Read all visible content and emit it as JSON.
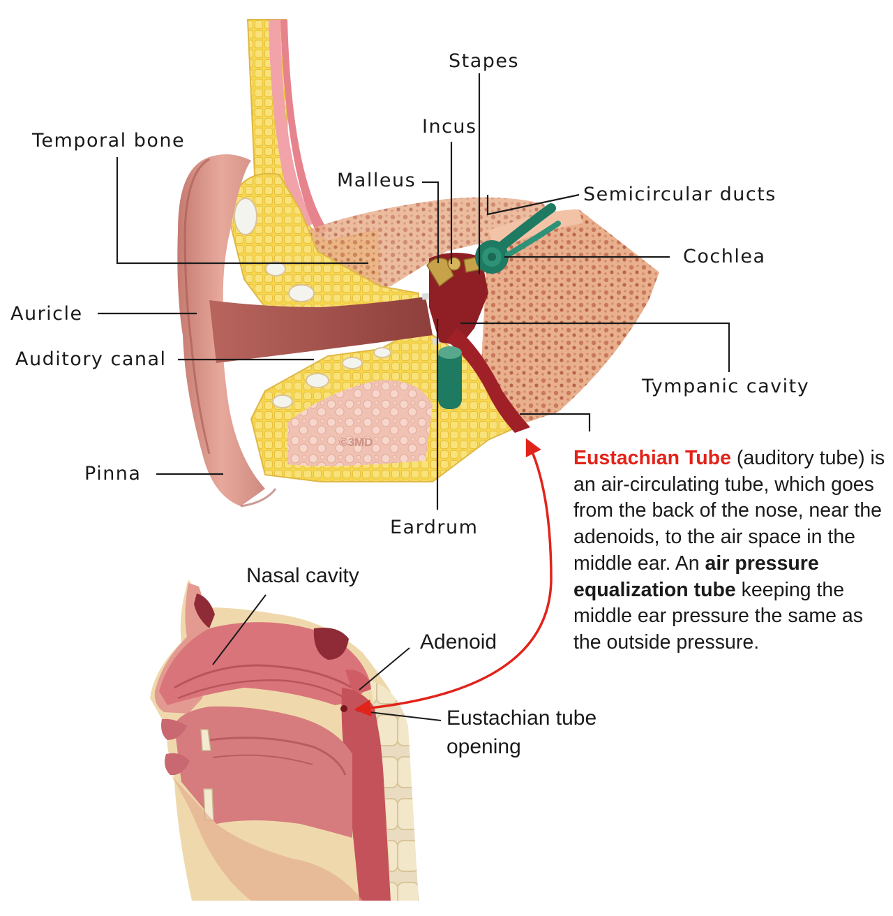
{
  "ear_labels": {
    "stapes": "Stapes",
    "incus": "Incus",
    "temporal_bone": "Temporal bone",
    "malleus": "Malleus",
    "semicircular_ducts": "Semicircular ducts",
    "cochlea": "Cochlea",
    "auricle": "Auricle",
    "auditory_canal": "Auditory canal",
    "tympanic_cavity": "Tympanic cavity",
    "pinna": "Pinna",
    "eardrum": "Eardrum"
  },
  "head_labels": {
    "nasal_cavity": "Nasal cavity",
    "adenoid": "Adenoid",
    "eustachian_opening_line1": "Eustachian tube",
    "eustachian_opening_line2": "opening"
  },
  "copyright": "©3MD",
  "description": {
    "highlight": "Eustachian Tube",
    "part1": " (auditory tube) is an air-circulating tube, which goes from the back of the nose, near the adenoids, to the air space in the middle ear. An ",
    "bold1": "air pressure equalization tube",
    "part2": " keeping the middle ear pressure the same as the outside pressure."
  },
  "colors": {
    "arrow": "#e2231a",
    "highlight": "#e2231a",
    "bone": "#f4d24a",
    "skin": "#d98a80",
    "tube": "#a02028",
    "inner_ear": "#1f7a62"
  }
}
